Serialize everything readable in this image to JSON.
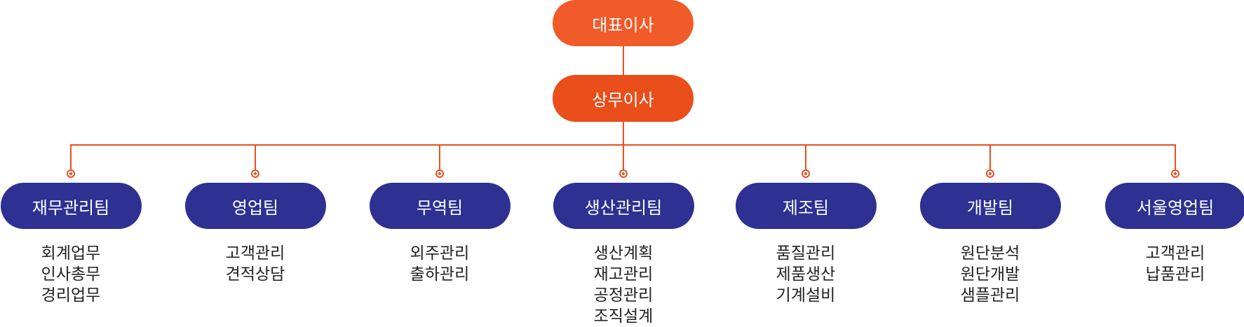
{
  "org_chart": {
    "ceo": {
      "label": "대표이사"
    },
    "director": {
      "label": "상무이사"
    },
    "teams": [
      {
        "name": "재무관리팀",
        "duties": [
          "회계업무",
          "인사총무",
          "경리업무"
        ]
      },
      {
        "name": "영업팀",
        "duties": [
          "고객관리",
          "견적상담"
        ]
      },
      {
        "name": "무역팀",
        "duties": [
          "외주관리",
          "출하관리"
        ]
      },
      {
        "name": "생산관리팀",
        "duties": [
          "생산계획",
          "재고관리",
          "공정관리",
          "조직설계"
        ]
      },
      {
        "name": "제조팀",
        "duties": [
          "품질관리",
          "제품생산",
          "기계설비"
        ]
      },
      {
        "name": "개발팀",
        "duties": [
          "원단분석",
          "원단개발",
          "샘플관리"
        ]
      },
      {
        "name": "서울영업팀",
        "duties": [
          "고객관리",
          "납품관리"
        ]
      }
    ]
  },
  "colors": {
    "ceo": "#f15a29",
    "director": "#e94e1b",
    "team": "#2e3192",
    "connector": "#e8501f",
    "text": "#222222"
  }
}
